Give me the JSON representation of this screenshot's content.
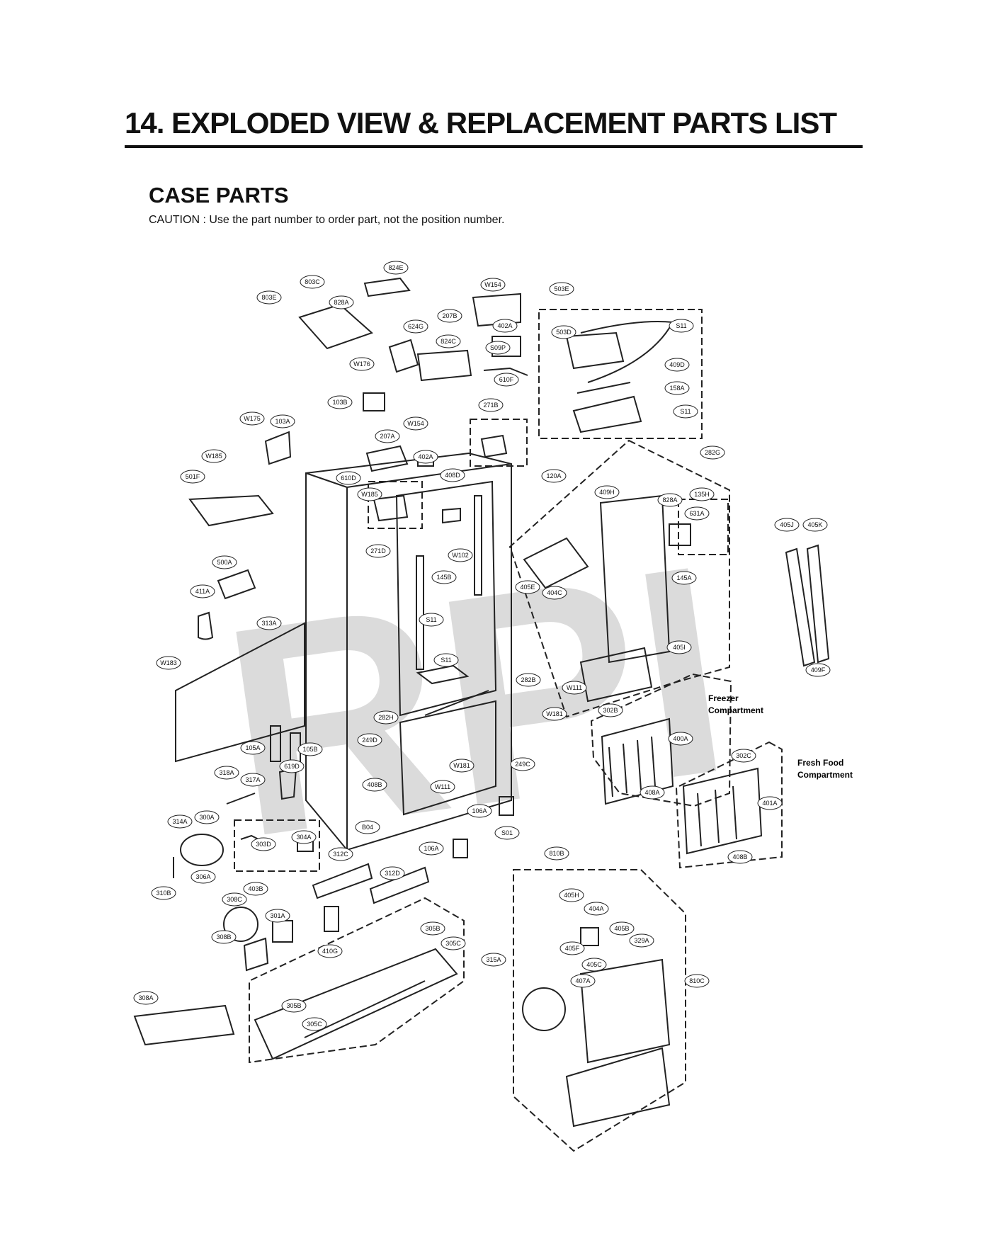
{
  "header": {
    "title": "14. EXPLODED VIEW & REPLACEMENT PARTS LIST",
    "section": "CASE PARTS",
    "caution": "CAUTION : Use the part number to order part, not the position number."
  },
  "watermark": "RPI",
  "compartments": {
    "freezer": [
      "Freezer",
      "Compartment"
    ],
    "fresh_food": [
      "Fresh Food",
      "Compartment"
    ]
  },
  "callouts": [
    "824E",
    "803C",
    "W154",
    "503E",
    "803E",
    "828A",
    "207B",
    "402A",
    "S11",
    "503D",
    "624G",
    "824C",
    "S09P",
    "409D",
    "W176",
    "610F",
    "158A",
    "103B",
    "271B",
    "S11",
    "W175",
    "103A",
    "W154",
    "282G",
    "207A",
    "402A",
    "120A",
    "W185",
    "408D",
    "409H",
    "828A",
    "135H",
    "501F",
    "610D",
    "W185",
    "631A",
    "405J",
    "405K",
    "271D",
    "W102",
    "500A",
    "145B",
    "405E",
    "404C",
    "145A",
    "411A",
    "S11",
    "313A",
    "405I",
    "S11",
    "W183",
    "282B",
    "W111",
    "409F",
    "W181",
    "302B",
    "282H",
    "249D",
    "W181",
    "105A",
    "105B",
    "619D",
    "249C",
    "400A",
    "302C",
    "318A",
    "317A",
    "W111",
    "408B",
    "408A",
    "401A",
    "106A",
    "314A",
    "300A",
    "B04",
    "S01",
    "304A",
    "303D",
    "106A",
    "810B",
    "312C",
    "408B",
    "306A",
    "312D",
    "310B",
    "403B",
    "405H",
    "308C",
    "404A",
    "301A",
    "305B",
    "405B",
    "329A",
    "308B",
    "305C",
    "405F",
    "410G",
    "315A",
    "405C",
    "407A",
    "810C",
    "308A",
    "305B",
    "305C"
  ]
}
